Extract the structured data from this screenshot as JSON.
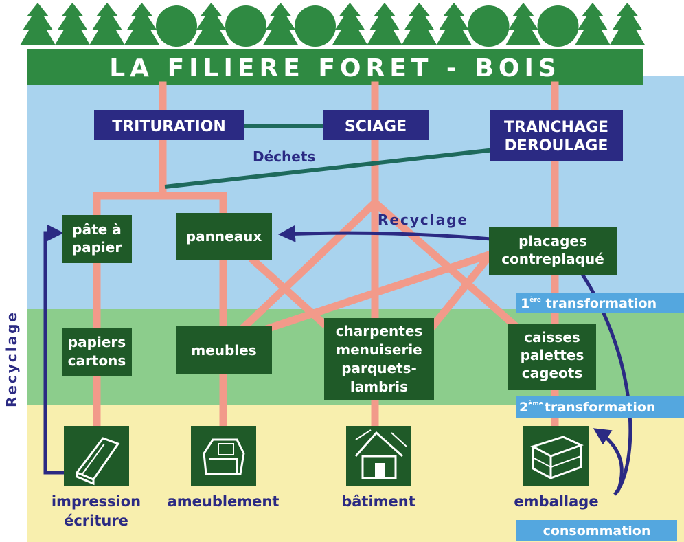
{
  "title": "LA FILIERE FORET - BOIS",
  "colors": {
    "forest_green": "#2f8a42",
    "dark_green": "#1f5a28",
    "navy": "#2b2a83",
    "sky": "#a9d3ee",
    "meadow": "#8ccd8c",
    "sand": "#f8efae",
    "flow": "#f29a8a",
    "stage_blue": "#54a7df",
    "teal_link": "#1e6a5c"
  },
  "processes": {
    "trituration": "TRITURATION",
    "sciage": "SCIAGE",
    "tranchage_line1": "TRANCHAGE",
    "tranchage_line2": "DEROULAGE"
  },
  "labels": {
    "dechets": "Déchets",
    "recyclage_top": "Recyclage",
    "recyclage_side": "Recyclage"
  },
  "first_products": {
    "pate_line1": "pâte à",
    "pate_line2": "papier",
    "panneaux": "panneaux",
    "placages_line1": "placages",
    "placages_line2": "contreplaqué"
  },
  "second_products": {
    "papiers_line1": "papiers",
    "papiers_line2": "cartons",
    "meubles": "meubles",
    "charpentes_line1": "charpentes",
    "charpentes_line2": "menuiserie",
    "charpentes_line3": "parquets-",
    "charpentes_line4": "lambris",
    "caisses_line1": "caisses",
    "caisses_line2": "palettes",
    "caisses_line3": "cageots"
  },
  "stages": {
    "first_prefix": "1",
    "first_sup": "ère",
    "first_word": " transformation",
    "second_prefix": "2",
    "second_sup": "ème",
    "second_word": "transformation",
    "consumption": "consommation"
  },
  "end_uses": {
    "impression_line1": "impression",
    "impression_line2": "écriture",
    "ameublement": "ameublement",
    "batiment": "bâtiment",
    "emballage": "emballage"
  },
  "icons": [
    "book-icon",
    "armchair-icon",
    "house-icon",
    "crate-icon",
    "tree-icon"
  ]
}
